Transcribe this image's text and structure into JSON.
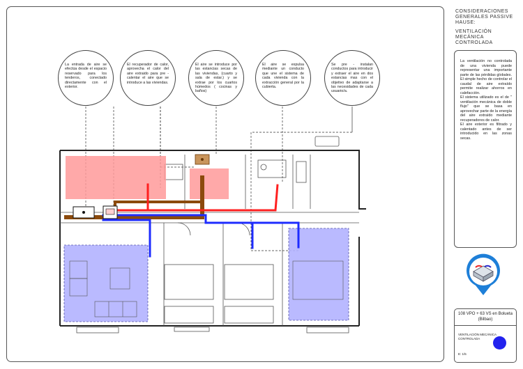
{
  "bubbles": [
    "La entrada de aire se efectúa desde el espacio reservado para los tenderos, conectado directamente con el exterior.",
    "El recuperador de calor, aprovecha el calor del aire extraido para pre - calentar el aire que se introduce a las viviendas.",
    "El aire se introduce por las estancias secas de las viviendas, (cuarto y sala de estar.) y se extrae por los cuartos húmedos ( cocinas y baños)",
    "El aire se expulsa mediante un conducto que une el sistema de cada vivienda con la extracción general por la cubierta.",
    "Se pre - instalan conductos para introducir y extraer el aire en dos estancias mas con el objetivo de adaptarse a las necesidades de cada usuario/a."
  ],
  "sidebar": {
    "title": "CONSIDERACIONES GENERALES PASSIVE HAUSE:",
    "subtitle": "VENTILACIÓN MECÁNICA CONTROLADA",
    "description": [
      "La ventilación no controlada de una vivienda puede representar una importante parte de las pérdidas globales. El simple hecho de controlar el caudal de aire extraído permite realizar ahorros en calefacción.",
      "El sistema utilizado es el de \" ventilación mecánica de doble flujo\" que se basa en aprovechar parte de la energía del aire extraído mediante recuperadores de calor.",
      "El aire exterior es filtrado y calentado antes de ser introducido en las zonas secas."
    ]
  },
  "info_box": {
    "project": "108 VPO + 63 VS en Bolueta (Bilbao)",
    "label": "VENTILACIÓN MECÁNICA CONTROLADA",
    "scale": "E: 1/5"
  },
  "colors": {
    "supply_duct": "#ff2020",
    "fresh_air_duct": "#1e2cff",
    "exhaust_duct": "#8b4a0c",
    "wet_zone": "#ff9a9a",
    "dry_zone": "#b3b3ff",
    "accent_dot": "#2222ee"
  },
  "icons": [
    "heat-recovery-unit-icon",
    "location-pin-icon"
  ]
}
